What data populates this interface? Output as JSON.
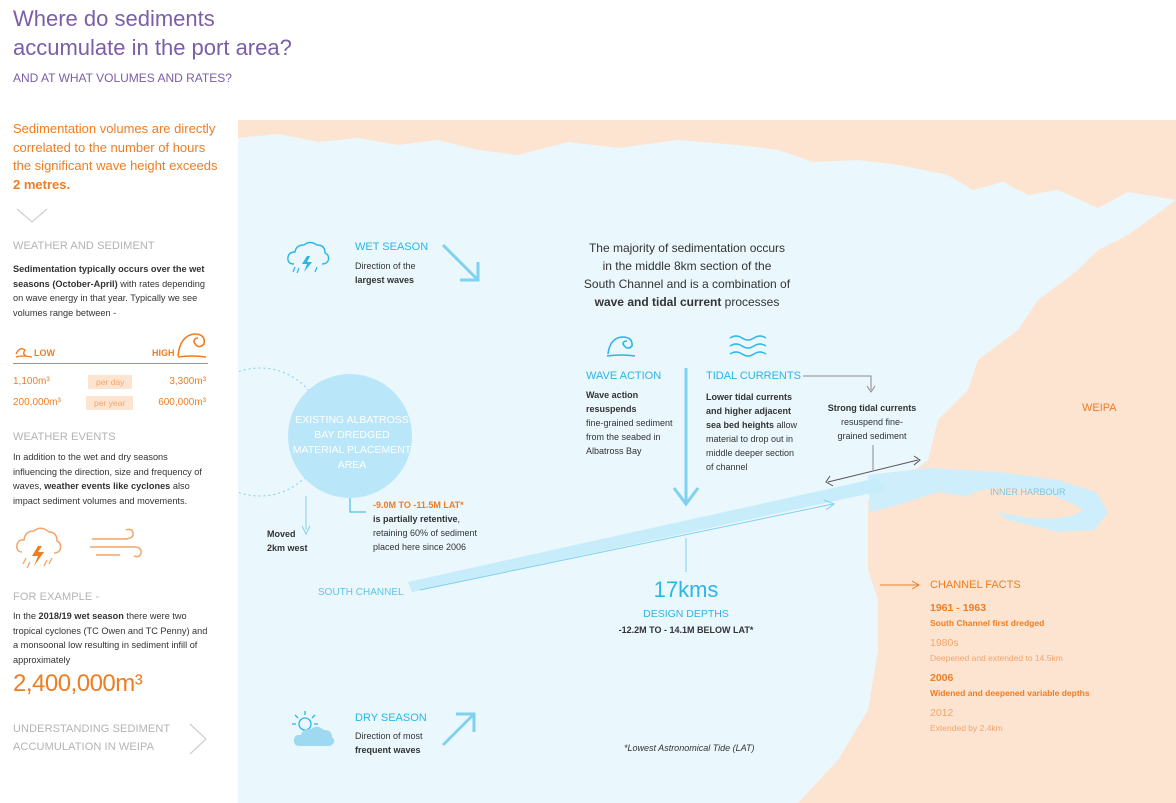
{
  "header": {
    "title_line1": "Where do sediments",
    "title_line2": "accumulate in the port area?",
    "subtitle": "AND AT WHAT VOLUMES AND RATES?"
  },
  "sidebar": {
    "lead_text": "Sedimentation volumes are directly correlated to the number of hours the significant wave height exceeds",
    "lead_bold": "2 metres.",
    "weather_sediment": {
      "heading": "WEATHER AND SEDIMENT",
      "bold": "Sedimentation typically occurs over the wet seasons (October-April)",
      "text": " with rates depending on wave energy in that year. Typically we see volumes range between -"
    },
    "range": {
      "low_label": "LOW",
      "high_label": "HIGH",
      "rows": [
        {
          "low": "1,100m³",
          "unit": "per day",
          "high": "3,300m³"
        },
        {
          "low": "200,000m³",
          "unit": "per year",
          "high": "600,000m³"
        }
      ]
    },
    "weather_events": {
      "heading": "WEATHER EVENTS",
      "text_a": "In addition to the wet and dry seasons influencing the direction, size and frequency of waves, ",
      "bold": "weather events like cyclones",
      "text_b": " also impact sediment volumes and movements."
    },
    "example": {
      "heading": "FOR EXAMPLE -",
      "text_a": "In the ",
      "bold": "2018/19 wet season",
      "text_b": " there were two tropical cyclones (TC Owen and TC Penny) and a monsoonal low resulting in sediment infill of approximately",
      "big_value": "2,400,000m³"
    },
    "nav_link": {
      "line1": "UNDERSTANDING SEDIMENT",
      "line2": "ACCUMULATION IN WEIPA"
    }
  },
  "map": {
    "wet_season": {
      "title": "WET SEASON",
      "text": "Direction of the",
      "bold": "largest waves"
    },
    "dry_season": {
      "title": "DRY SEASON",
      "text": "Direction of most",
      "bold": "frequent waves"
    },
    "intro": {
      "line1": "The majority of sedimentation occurs",
      "line2": "in the middle 8km section of the",
      "line3": "South Channel and is a combination of",
      "bold": "wave and tidal current",
      "tail": " processes"
    },
    "wave_action": {
      "title": "WAVE ACTION",
      "bold": "Wave action resuspends",
      "text": "fine-grained sediment from the seabed in Albatross Bay"
    },
    "tidal_currents": {
      "title": "TIDAL CURRENTS",
      "bold": "Lower tidal currents and higher adjacent sea bed heights",
      "text": " allow material to drop out in middle deeper section of channel"
    },
    "strong_tidal": {
      "bold": "Strong tidal currents",
      "text": " resuspend fine-grained sediment"
    },
    "placement_area": "EXISTING ALBATROSS BAY DREDGED MATERIAL PLACEMENT AREA",
    "moved": {
      "line1": "Moved",
      "line2": "2km west"
    },
    "depth_note": {
      "bold_orange": "-9.0M TO -11.5M LAT*",
      "bold": "is partially retentive",
      "text": ", retaining 60% of sediment placed here since 2006"
    },
    "south_channel": "SOUTH CHANNEL",
    "length": "17kms",
    "design_depths_label": "DESIGN DEPTHS",
    "design_depths_value": "-12.2M TO - 14.1M BELOW LAT*",
    "footnote": "*Lowest Astronomical Tide (LAT)",
    "weipa": "WEIPA",
    "inner_harbour": "INNER HARBOUR"
  },
  "channel_facts": {
    "heading": "CHANNEL FACTS",
    "items": [
      {
        "year": "1961 - 1963",
        "desc": "South Channel first dredged",
        "emph": true
      },
      {
        "year": "1980s",
        "desc": "Deepened and extended to 14.5km",
        "emph": false
      },
      {
        "year": "2006",
        "desc": "Widened and deepened variable depths",
        "emph": true
      },
      {
        "year": "2012",
        "desc": "Extended by 2.4km",
        "emph": false
      }
    ]
  },
  "colors": {
    "land": "#fde4d1",
    "sea": "#eaf7fd",
    "accent_orange": "#ef7d22",
    "accent_blue": "#29b6e8",
    "title_purple": "#7b5ea7"
  }
}
